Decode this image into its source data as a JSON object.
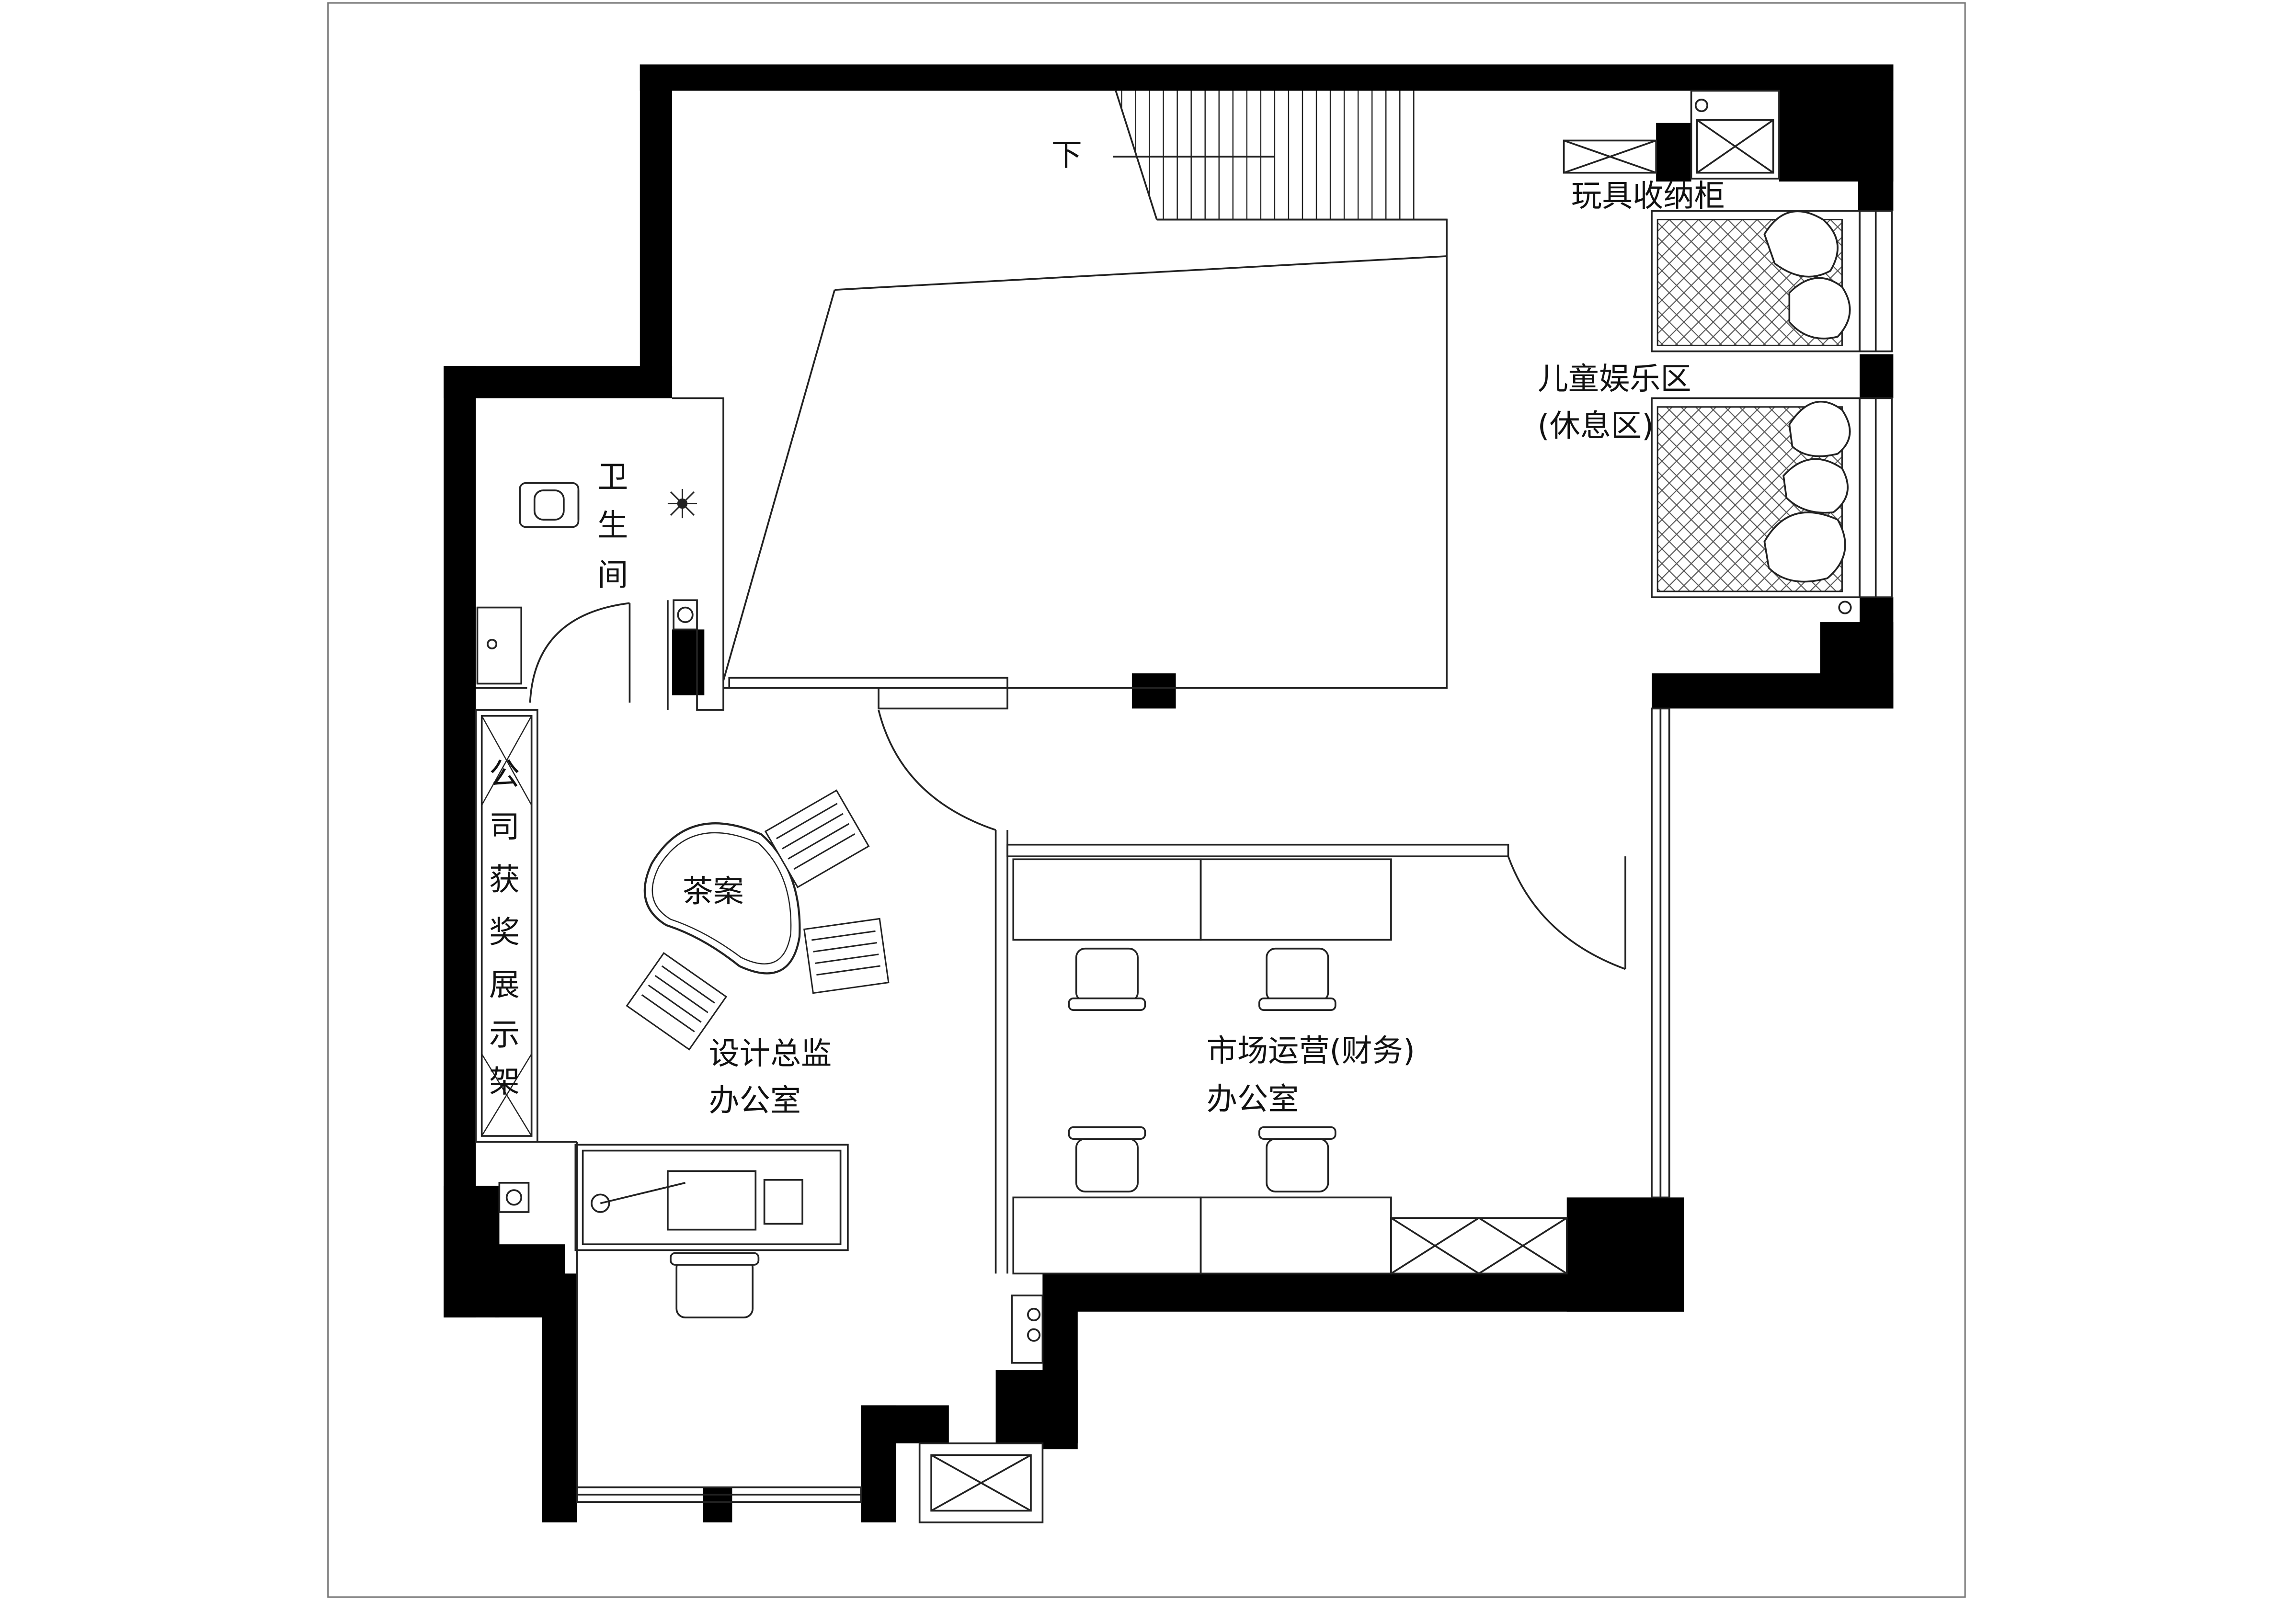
{
  "colors": {
    "wall": "#000000",
    "line": "#222222",
    "background": "#ffffff",
    "hatch": "#555555"
  },
  "labels": {
    "stairs_down": "下",
    "toy_cabinet": "玩具收纳柜",
    "kids_area": "儿童娱乐区",
    "kids_area_note": "(休息区)",
    "bathroom": [
      "卫",
      "生",
      "间"
    ],
    "award_shelf": [
      "公",
      "司",
      "获",
      "奖",
      "展",
      "示",
      "架"
    ],
    "tea_table": "茶案",
    "director_office": [
      "设计总监",
      "办公室"
    ],
    "marketing_office": [
      "市场运营(财务)",
      "办公室"
    ]
  }
}
